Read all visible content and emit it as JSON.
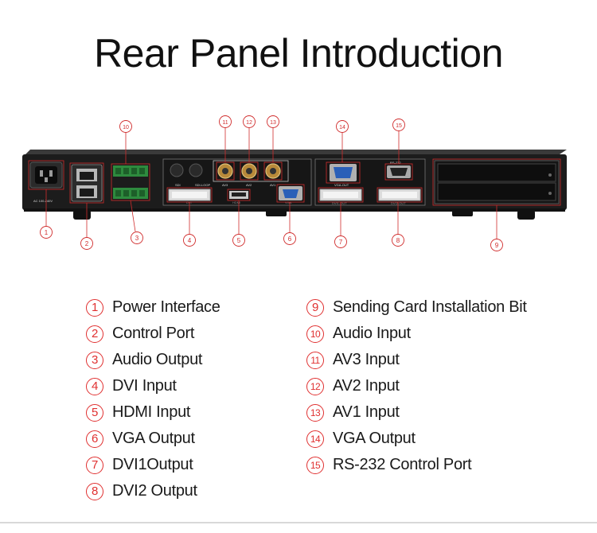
{
  "title": "Rear Panel Introduction",
  "panel_labels": {
    "power": "AC 100-240V",
    "sdi": "SDI",
    "sdi_loop": "SDI-LOOP",
    "av3": "AV3",
    "av2": "AV2",
    "av1": "AV1",
    "dvi": "DVI",
    "hdmi": "HDMI",
    "vga": "VGA",
    "vga_out": "VGA-OUT",
    "dvi1_out": "DVI1-OUT",
    "dvi2_out": "DVI2-OUT",
    "rs232": "RS-232"
  },
  "callouts": [
    "1",
    "2",
    "3",
    "4",
    "5",
    "6",
    "7",
    "8",
    "9",
    "10",
    "11",
    "12",
    "13",
    "14",
    "15"
  ],
  "legend_left": [
    {
      "num": "1",
      "label": "Power Interface"
    },
    {
      "num": "2",
      "label": "Control Port"
    },
    {
      "num": "3",
      "label": "Audio Output"
    },
    {
      "num": "4",
      "label": "DVI Input"
    },
    {
      "num": "5",
      "label": "HDMI Input"
    },
    {
      "num": "6",
      "label": "VGA Output"
    },
    {
      "num": "7",
      "label": "DVI1Output"
    },
    {
      "num": "8",
      "label": "DVI2 Output"
    }
  ],
  "legend_right": [
    {
      "num": "9",
      "label": "Sending Card Installation Bit"
    },
    {
      "num": "10",
      "label": "Audio Input"
    },
    {
      "num": "11",
      "label": "AV3 Input"
    },
    {
      "num": "12",
      "label": "AV2 Input"
    },
    {
      "num": "13",
      "label": "AV1 Input"
    },
    {
      "num": "14",
      "label": "VGA Output"
    },
    {
      "num": "15",
      "label": "RS-232 Control Port"
    }
  ],
  "colors": {
    "accent": "#e03030",
    "panel": "#1c1c1c"
  }
}
